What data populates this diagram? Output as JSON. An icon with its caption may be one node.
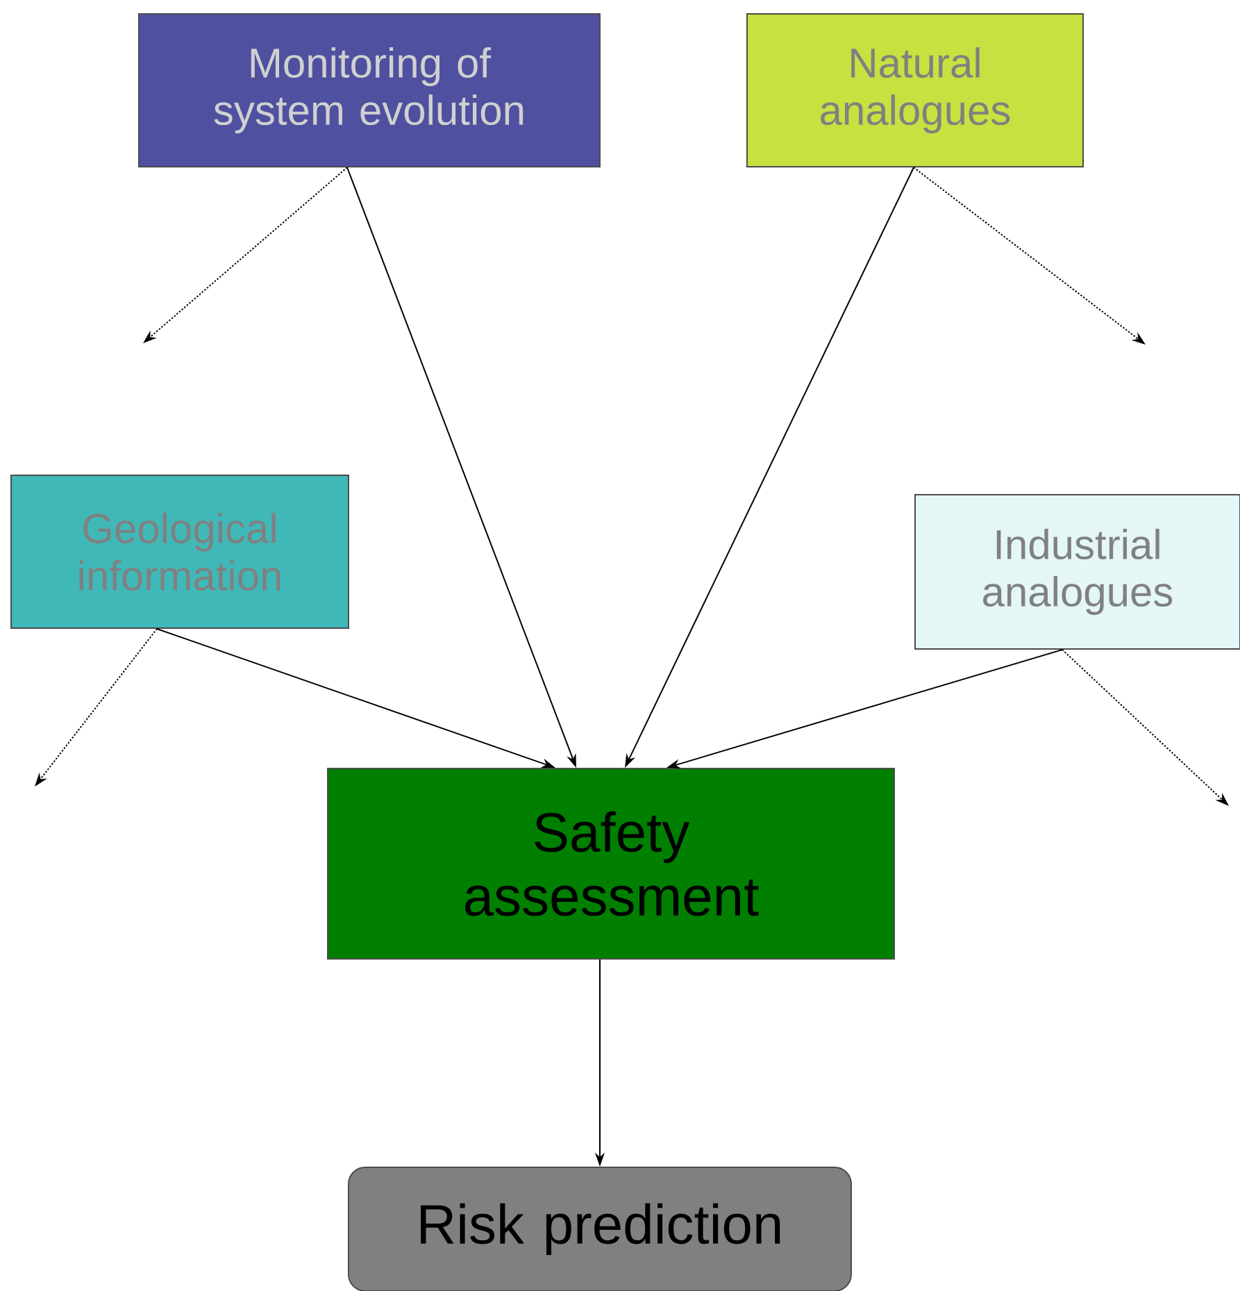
{
  "diagram": {
    "nodes": [
      {
        "text": [
          "Monitoring of system evolution"
        ]
      },
      {
        "text": [
          "Natural analogues"
        ]
      },
      {
        "text": [
          "Geological information"
        ]
      },
      {
        "text": [
          "Industrial analogues"
        ]
      },
      {
        "text": [
          "Safety assessment"
        ]
      },
      {
        "text": [
          "Risk prediction"
        ]
      }
    ],
    "edges": [
      {
        "from": 0,
        "to": 4,
        "arrow": "to"
      },
      {
        "from": 1,
        "to": 4,
        "arrow": "to"
      },
      {
        "from": 2,
        "to": 4,
        "arrow": "to"
      },
      {
        "from": 3,
        "to": 4,
        "arrow": "to"
      },
      {
        "from": 4,
        "to": 5,
        "arrow": "to"
      },
      {
        "from": 0,
        "to": null,
        "arrow": "to",
        "style": "dashed"
      },
      {
        "from": 1,
        "to": null,
        "arrow": "to",
        "style": "dashed"
      },
      {
        "from": 2,
        "to": null,
        "arrow": "to",
        "style": "dashed"
      },
      {
        "from": 3,
        "to": null,
        "arrow": "to",
        "style": "dashed"
      }
    ]
  }
}
